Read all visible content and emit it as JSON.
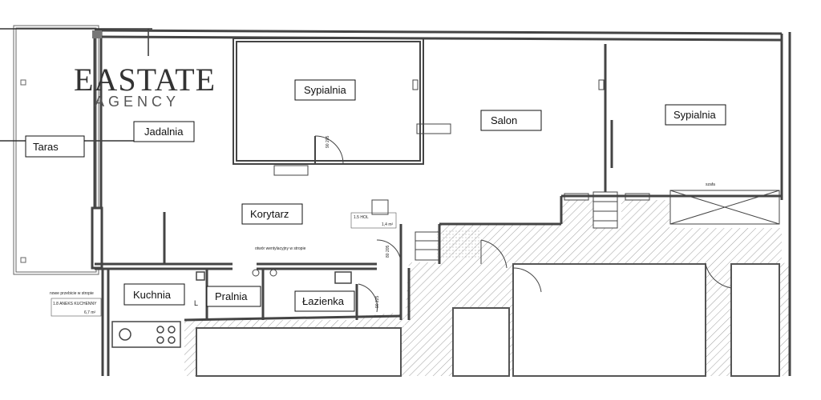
{
  "logo": {
    "main": "EASTATE",
    "sub": "AGENCY"
  },
  "rooms": {
    "taras": "Taras",
    "jadalnia": "Jadalnia",
    "sypialnia_left": "Sypialnia",
    "salon": "Salon",
    "sypialnia_right": "Sypialnia",
    "korytarz": "Korytarz",
    "kuchnia": "Kuchnia",
    "pralnia": "Pralnia",
    "lazienka": "Łazienka"
  },
  "annotations": {
    "nowe_przebicie": "nowe przebicie w stropie",
    "otwor": "otwór wentylacyjny w stropie",
    "szafa": "szafa",
    "hol_id": "1.5 HOL",
    "hol_area": "1,4 m²",
    "aneks_id": "1.8 ANEKS KUCHENNY",
    "aneks_area": "6,7 m²",
    "door_top": "90 205",
    "door_wc": "80 205",
    "door_lazienka": "90 225",
    "kitchen_marker": "L"
  },
  "colors": {
    "wall": "#444444",
    "hatch": "#777777",
    "label_border": "#111111"
  }
}
